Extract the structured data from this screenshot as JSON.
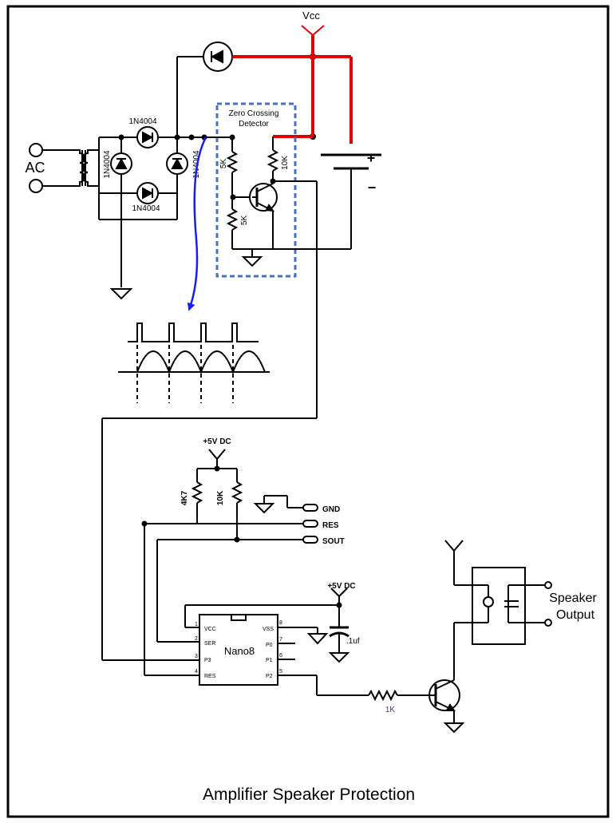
{
  "title": "Amplifier Speaker Protection",
  "labels": {
    "vcc": "Vcc",
    "ac": "AC",
    "diode_top": "1N4004",
    "diode_left": "1N4004",
    "diode_right": "1N4004",
    "diode_bottom": "1N4004",
    "zcd_line1": "Zero Crossing",
    "zcd_line2": "Detector",
    "r_top": "5K",
    "r_bottom": "5K",
    "r_collector": "10K",
    "plus": "+",
    "minus": "−",
    "dc5v_top": "+5V DC",
    "r_4k7": "4K7",
    "r_10k": "10K",
    "gnd": "GND",
    "res": "RES",
    "sout": "SOUT",
    "dc5v_cap": "+5V DC",
    "cap": ".1uf",
    "chip": "Nano8",
    "r_1k": "1K",
    "speaker1": "Speaker",
    "speaker2": "Output"
  },
  "pins": {
    "p1": "1",
    "p1_name": "VCC",
    "p2": "2",
    "p2_name": "SER",
    "p3": "3",
    "p3_name": "P3",
    "p4": "4",
    "p4_name": "RES",
    "p8": "8",
    "p8_name": "VSS",
    "p7": "7",
    "p7_name": "P0",
    "p6": "6",
    "p6_name": "P1",
    "p5": "5",
    "p5_name": "P2"
  },
  "colors": {
    "wire": "#000000",
    "power_wire": "#e00000",
    "detector_box": "#4472c4",
    "arrow": "#1a1aff",
    "r_1k_label": "#5a2a8a"
  }
}
